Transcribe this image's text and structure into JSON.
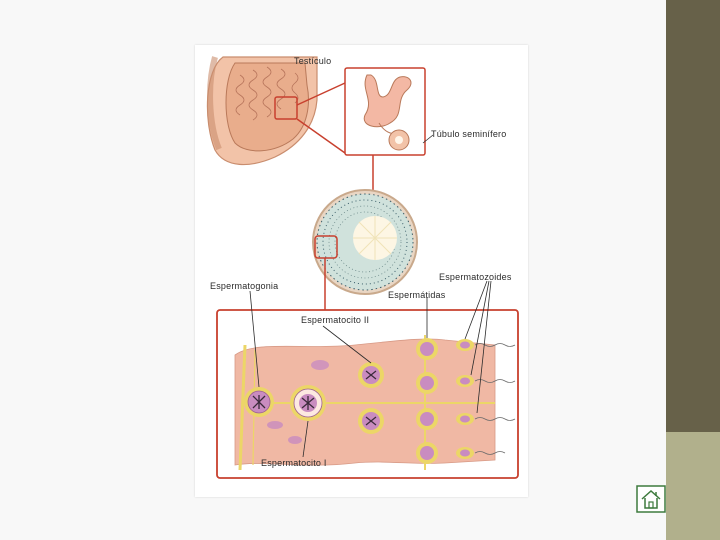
{
  "labels": {
    "testiculo": "Testículo",
    "tubulo": "Túbulo seminífero",
    "espermatozoides": "Espermatozoides",
    "espermatogonia": "Espermatogonia",
    "espermatidas": "Espermátidas",
    "espermatocito_ii": "Espermatocito II",
    "espermatocito_i": "Espermatocito I"
  },
  "colors": {
    "background": "#f8f8f8",
    "sidebar_dark": "#676149",
    "sidebar_light": "#b1b08c",
    "frame_red": "#c8402e",
    "tissue_pink": "#f0b8a4",
    "cell_yellow": "#ecd667",
    "nucleus_purple": "#c98cc0"
  },
  "home_button": {
    "icon": "home-icon"
  }
}
